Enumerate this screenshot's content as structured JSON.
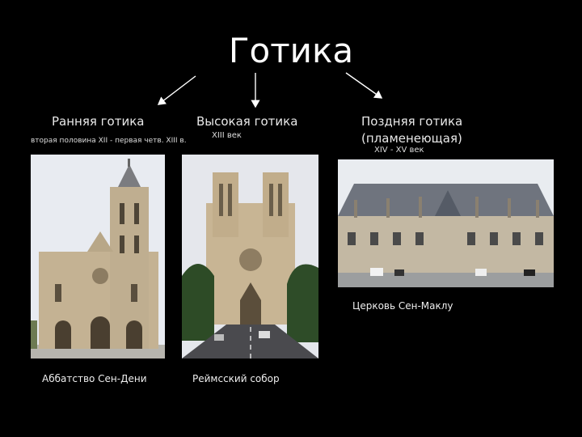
{
  "slide": {
    "title": "Готика",
    "columns": [
      {
        "heading": "Ранняя готика",
        "period": "вторая половина XII - первая четв. XIII в.",
        "caption": "Аббатство Сен-Дени"
      },
      {
        "heading": "Высокая готика",
        "period": "XIII век",
        "caption": "Реймсский собор"
      },
      {
        "heading_line1": "Поздняя готика",
        "heading_line2": "(пламенеющая)",
        "period": "XIV - XV век",
        "caption": "Церковь Сен-Маклу"
      }
    ]
  },
  "colors": {
    "background": "#000000",
    "text": "#ffffff",
    "stone": "#c9b79a",
    "sky": "#e9ecf2"
  }
}
